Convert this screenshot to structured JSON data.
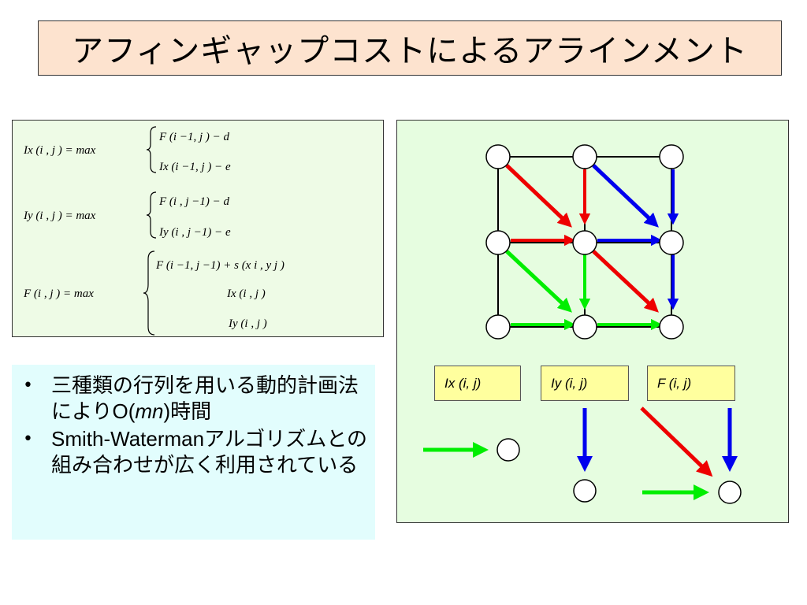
{
  "title": "アフィンギャップコストによるアラインメント",
  "formulas": {
    "ix_lhs": "Ix (i , j ) = max",
    "ix_case1": "F (i −1, j ) − d",
    "ix_case2": "Ix (i −1, j ) − e",
    "iy_lhs": "Iy (i , j ) = max",
    "iy_case1": "F (i , j −1) − d",
    "iy_case2": "Iy (i , j −1) − e",
    "f_lhs": "F (i , j ) = max",
    "f_case1": "F (i −1, j −1) + s (x i , y j )",
    "f_case2": "Ix (i , j )",
    "f_case3": "Iy (i , j )"
  },
  "bullets": [
    {
      "text_before": "三種類の行列を用いる動的計画法によりO(",
      "italic": "mn",
      "text_after": ")時間"
    },
    {
      "text_before": "Smith-Watermanアルゴリズムとの組み合わせが広く利用されている",
      "italic": "",
      "text_after": ""
    }
  ],
  "bullet_symbol": "•",
  "legend": [
    {
      "label": "Ix (i, j)",
      "color": "#00ee00"
    },
    {
      "label": "Iy (i, j)",
      "color": "#0000ee"
    },
    {
      "label": "F (i, j)",
      "color": "#ee0000"
    }
  ],
  "colors": {
    "red": "#ee0000",
    "green": "#00ee00",
    "blue": "#0000ee",
    "dark_red": "#b00000",
    "dark_green": "#00aa00",
    "dark_blue": "#000099"
  }
}
